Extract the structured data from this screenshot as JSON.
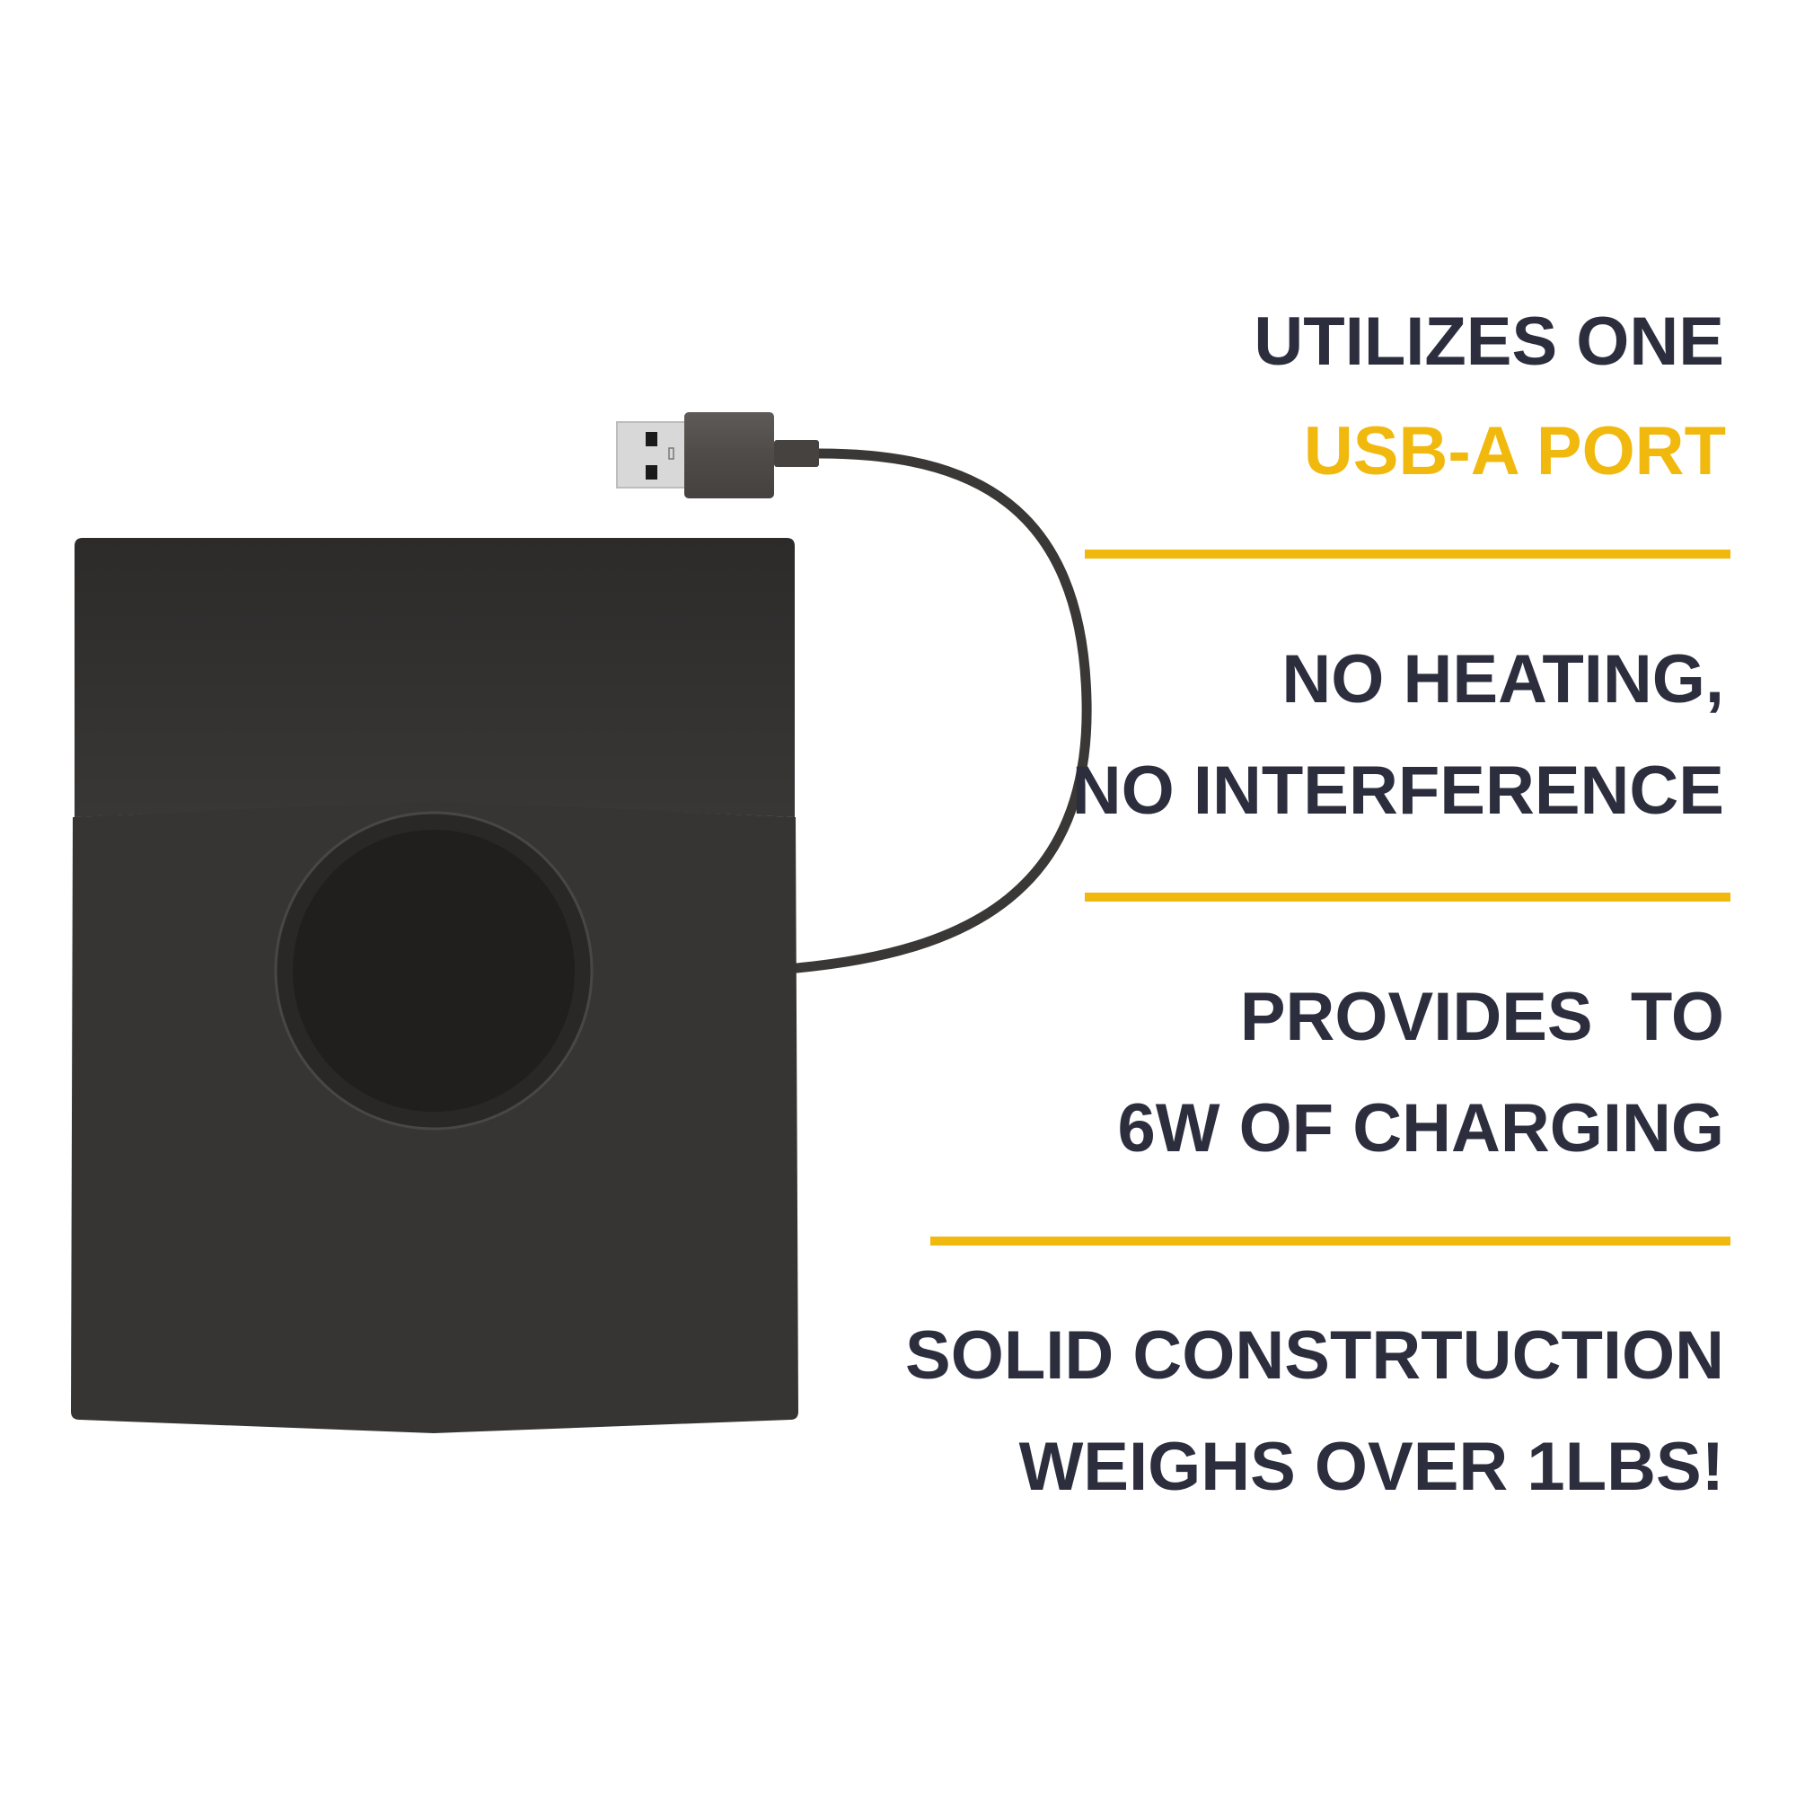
{
  "features": [
    {
      "line1": "UTILIZES ONE",
      "line2": "USB-A PORT"
    },
    {
      "line1": "NO HEATING,",
      "line2": "NO INTERFERENCE"
    },
    {
      "line1": "PROVIDES  TO",
      "line2": "6W OF CHARGING"
    },
    {
      "line1": "SOLID CONSTRTUCTION",
      "line2": "WEIGHS OVER 1LBS!"
    }
  ],
  "colors": {
    "text": "#2c2e3d",
    "accent": "#f1b80e",
    "pad": "#363433",
    "coil": "#201f1e",
    "cable": "#3a3836"
  }
}
